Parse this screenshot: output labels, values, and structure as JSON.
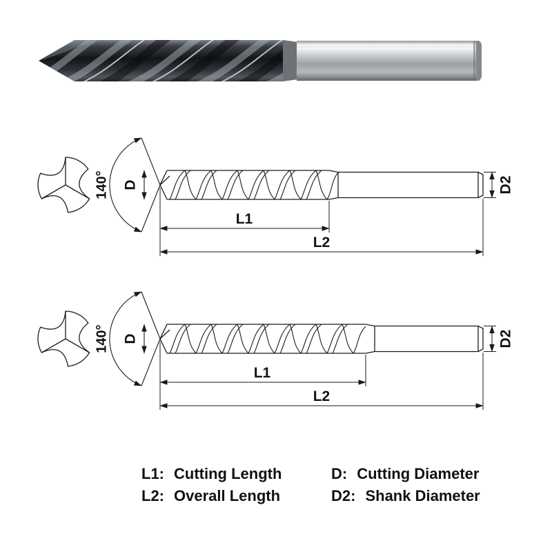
{
  "colors": {
    "line": "#1a1a1a",
    "background": "#ffffff"
  },
  "photo": {
    "description": "carbide twist drill photo"
  },
  "diagram": {
    "point_angle": "140°",
    "d": "D",
    "d2": "D2",
    "l1": "L1",
    "l2": "L2"
  },
  "legend": {
    "items": [
      {
        "key": "L1:",
        "desc": "Cutting Length"
      },
      {
        "key": "D:",
        "desc": "Cutting Diameter"
      },
      {
        "key": "L2:",
        "desc": "Overall Length"
      },
      {
        "key": "D2:",
        "desc": "Shank Diameter"
      }
    ]
  }
}
